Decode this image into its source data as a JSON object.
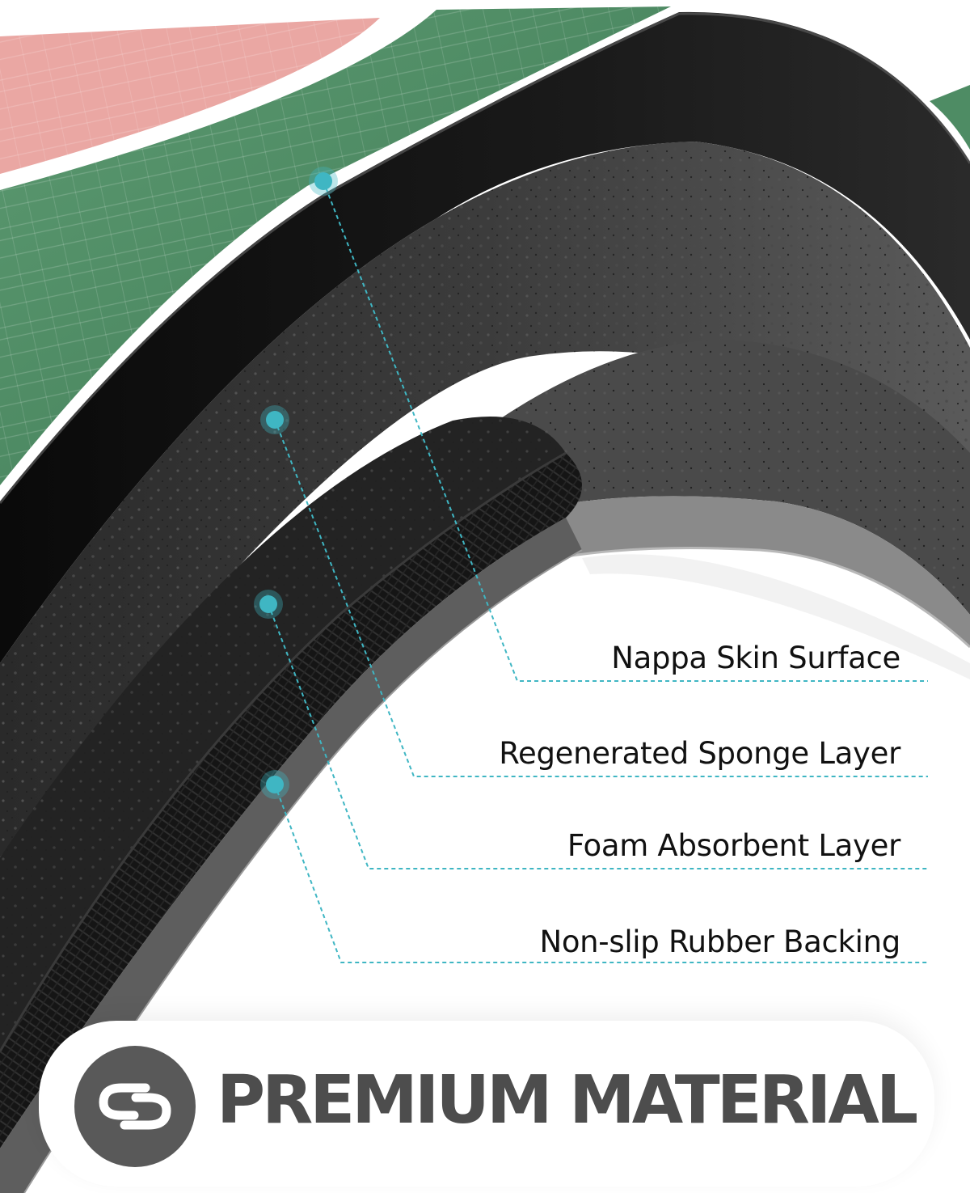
{
  "layers": [
    {
      "label": "Nappa Skin Surface"
    },
    {
      "label": "Regenerated Sponge Layer"
    },
    {
      "label": "Foam Absorbent Layer"
    },
    {
      "label": "Non-slip Rubber Backing"
    }
  ],
  "headline": "PREMIUM MATERIAL",
  "icons": {
    "brand": "interlocking-loops-logo-icon",
    "marker": "dot-marker-icon"
  },
  "colors": {
    "accent": "#3fb6c3",
    "mat_pink": "#eaa7a3",
    "mat_green": "#4e8c64",
    "layer_black": "#111111",
    "layer_gray": "#6a6a6a",
    "headline_gray": "#4d4d4d"
  }
}
